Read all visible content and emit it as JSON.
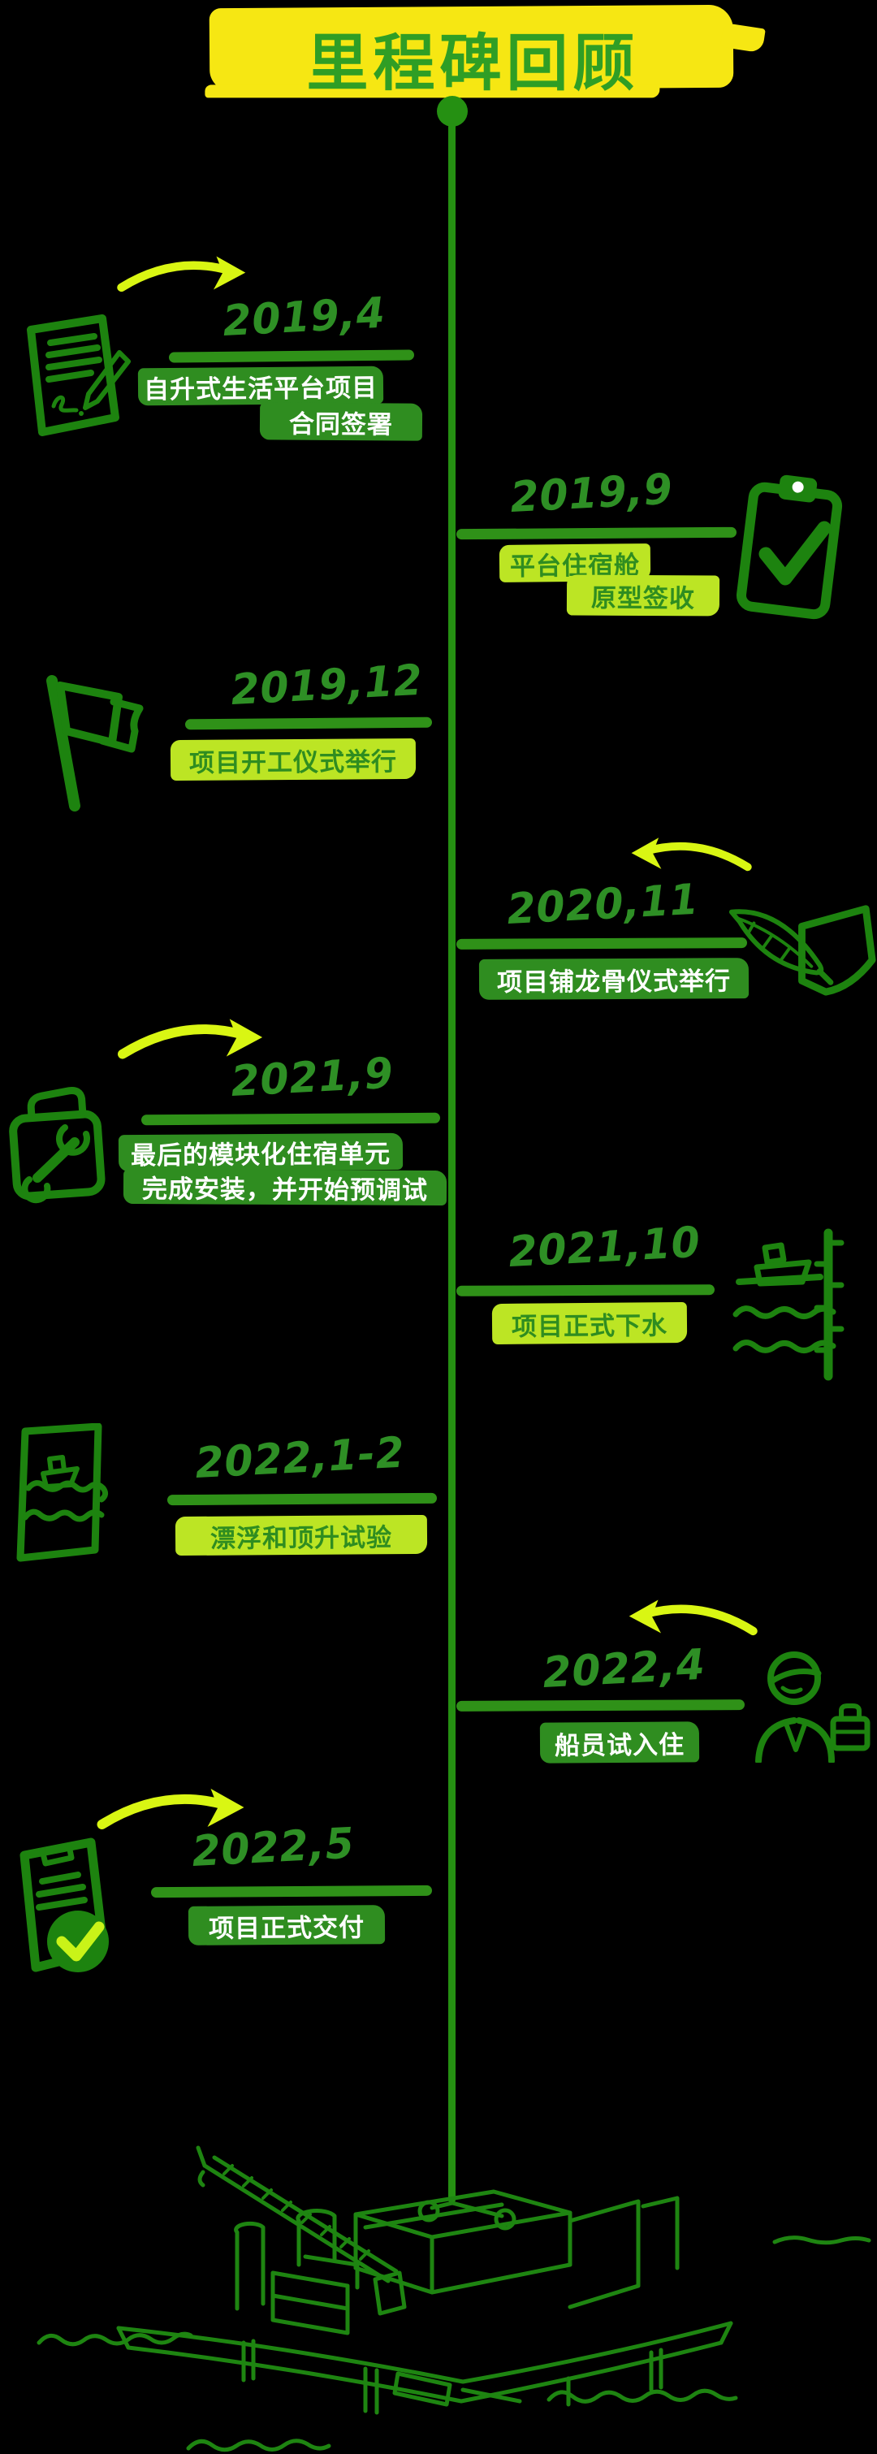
{
  "title": {
    "text": "里程碑回顾"
  },
  "colors": {
    "background": "#000000",
    "yellow_highlight": "#f6e713",
    "lime_highlight": "#bce524",
    "green_highlight": "#2f8d20",
    "date_green": "#2e8f25",
    "timeline_green": "#259012",
    "icon_green": "#1d830f",
    "arrow_lime": "#d9f613",
    "white_text": "#ffffff"
  },
  "timeline": {
    "start_marker": "dot",
    "end_illustration": "jack-up-accommodation-platform-sketch"
  },
  "milestones": [
    {
      "date": "2019,4",
      "side": "left",
      "highlight": "green",
      "lines": [
        "自升式生活平台项目",
        "合同签署"
      ],
      "icon": "contract-signing-icon",
      "arrow": "right"
    },
    {
      "date": "2019,9",
      "side": "right",
      "highlight": "lime",
      "lines": [
        "平台住宿舱",
        "原型签收"
      ],
      "icon": "clipboard-check-icon",
      "arrow": null
    },
    {
      "date": "2019,12",
      "side": "left",
      "highlight": "lime",
      "lines": [
        "项目开工仪式举行"
      ],
      "icon": "flag-icon",
      "arrow": null
    },
    {
      "date": "2020,11",
      "side": "right",
      "highlight": "green",
      "lines": [
        "项目铺龙骨仪式举行"
      ],
      "icon": "quill-signing-icon",
      "arrow": "left"
    },
    {
      "date": "2021,9",
      "side": "left",
      "highlight": "green",
      "lines": [
        "最后的模块化住宿单元",
        "完成安装，并开始预调试"
      ],
      "icon": "toolbox-wrench-icon",
      "arrow": "right"
    },
    {
      "date": "2021,10",
      "side": "right",
      "highlight": "lime",
      "lines": [
        "项目正式下水"
      ],
      "icon": "launch-gauge-icon",
      "arrow": null
    },
    {
      "date": "2022,1-2",
      "side": "left",
      "highlight": "lime",
      "lines": [
        "漂浮和顶升试验"
      ],
      "icon": "floating-boat-doc-icon",
      "arrow": null
    },
    {
      "date": "2022,4",
      "side": "right",
      "highlight": "green",
      "lines": [
        "船员试入住"
      ],
      "icon": "crew-member-icon",
      "arrow": "left"
    },
    {
      "date": "2022,5",
      "side": "left",
      "highlight": "green",
      "lines": [
        "项目正式交付"
      ],
      "icon": "document-approved-icon",
      "arrow": "right"
    }
  ]
}
